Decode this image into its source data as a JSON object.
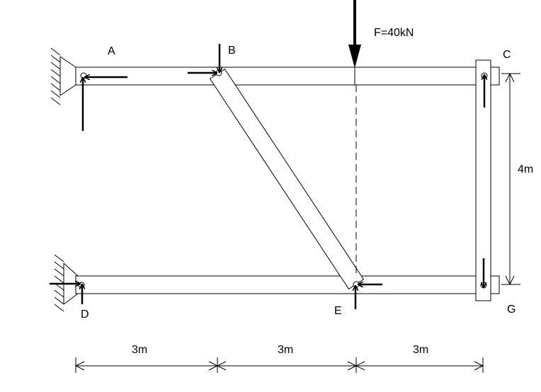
{
  "points": {
    "A": "A",
    "B": "B",
    "C": "C",
    "D": "D",
    "E": "E",
    "G": "G"
  },
  "force": {
    "label": "F=40kN"
  },
  "dimensions": {
    "height": "4m",
    "span1": "3m",
    "span2": "3m",
    "span3": "3m"
  }
}
